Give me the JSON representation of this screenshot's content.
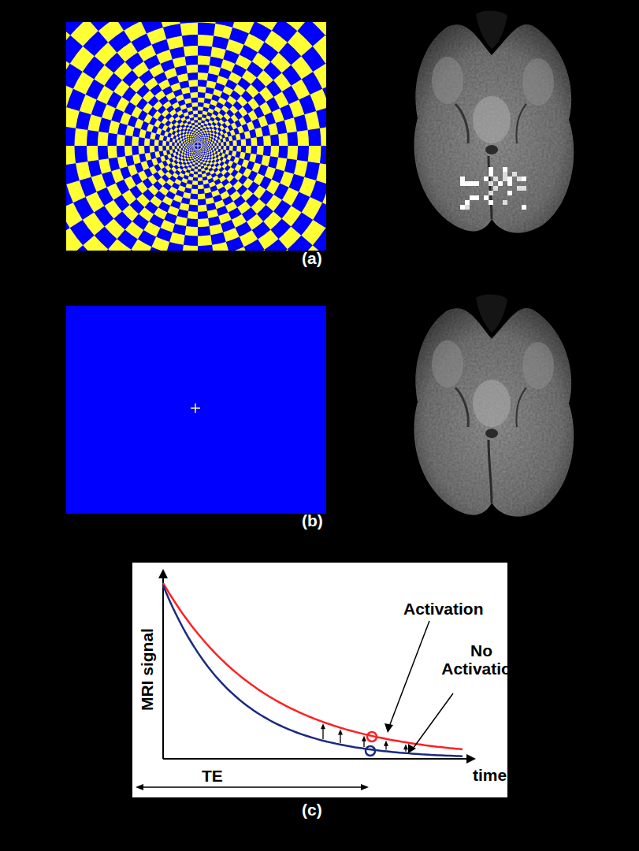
{
  "diagram": {
    "labels": [
      "(a)",
      "(b)",
      "(c)",
      "MRI signal",
      "time",
      "TE",
      "Activation",
      "No Activation"
    ]
  }
}
